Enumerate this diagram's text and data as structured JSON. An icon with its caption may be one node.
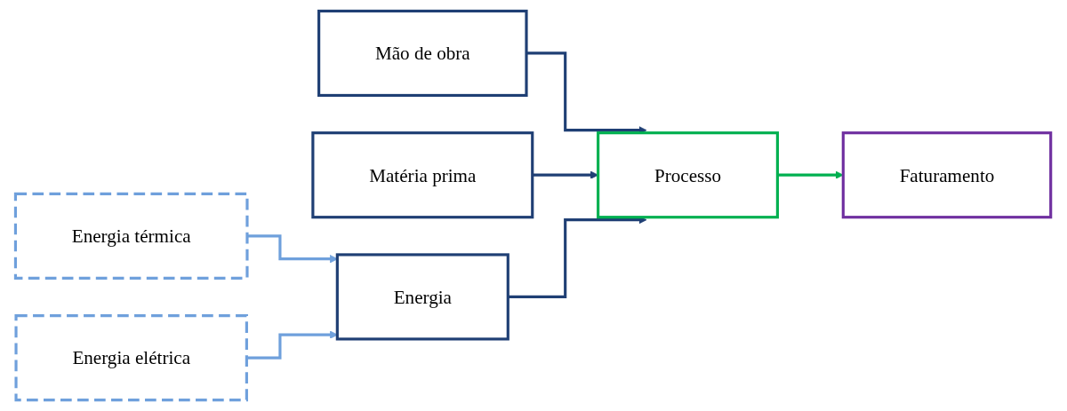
{
  "diagram": {
    "nodes": [
      {
        "text": [
          "Energia térmica"
        ]
      },
      {
        "text": [
          "Energia elétrica"
        ]
      },
      {
        "text": [
          "Mão de obra"
        ]
      },
      {
        "text": [
          "Matéria prima"
        ]
      },
      {
        "text": [
          "Energia"
        ]
      },
      {
        "text": [
          "Processo"
        ]
      },
      {
        "text": [
          "Faturamento"
        ]
      }
    ],
    "edges": [
      {
        "from": 0,
        "to": 4,
        "arrow": "to",
        "color": "#6fa0dc"
      },
      {
        "from": 1,
        "to": 4,
        "arrow": "to",
        "color": "#6fa0dc"
      },
      {
        "from": 2,
        "to": 5,
        "arrow": "to"
      },
      {
        "from": 3,
        "to": 5,
        "arrow": "to"
      },
      {
        "from": 4,
        "to": 5,
        "arrow": "to"
      },
      {
        "from": 5,
        "to": 6,
        "arrow": "to",
        "color": "#00b050"
      }
    ]
  }
}
